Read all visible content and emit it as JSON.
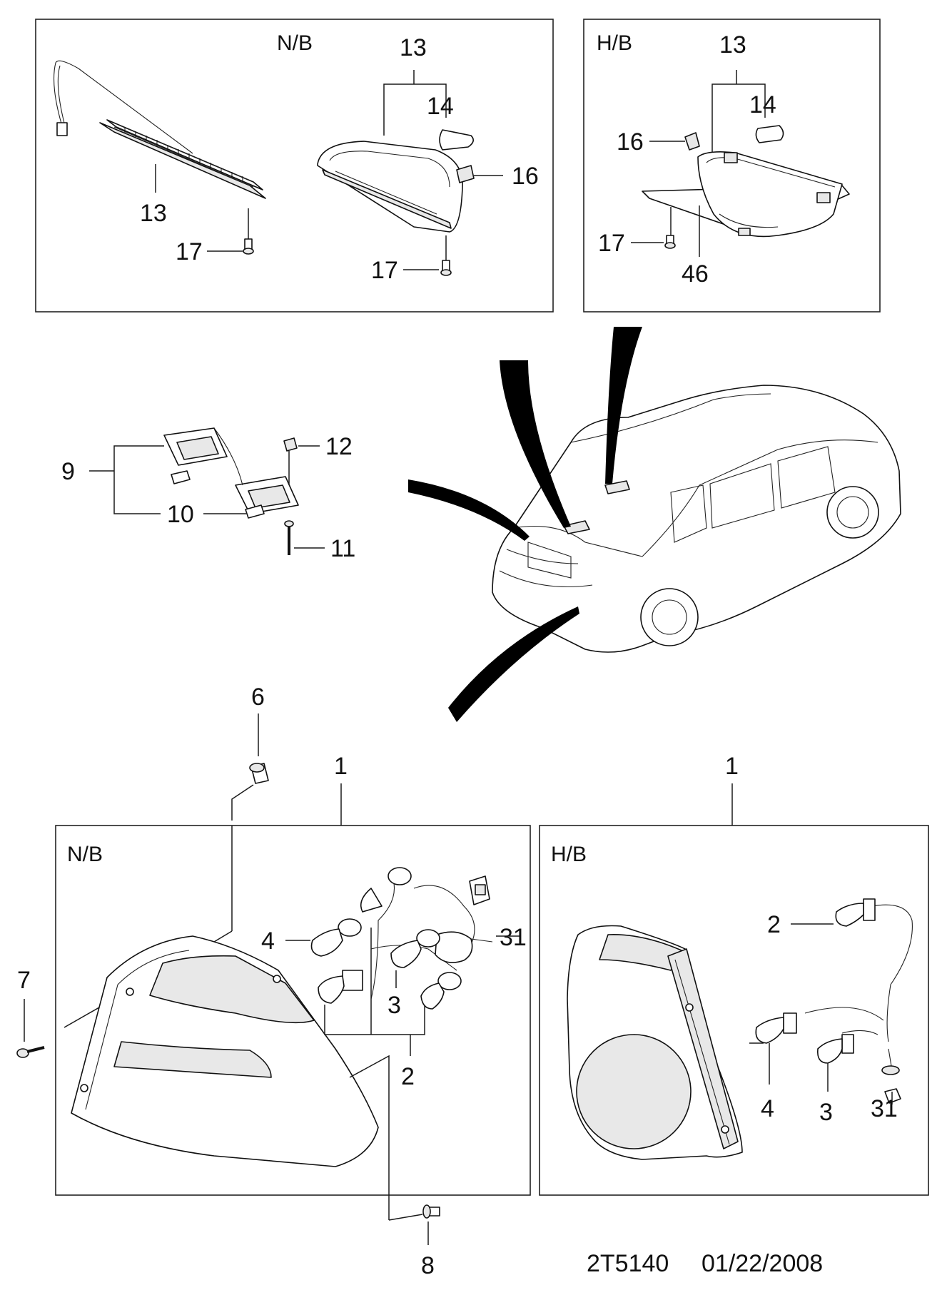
{
  "panels": {
    "top_left_title": "N/B",
    "top_right_title": "H/B",
    "bottom_left_title": "N/B",
    "bottom_right_title": "H/B"
  },
  "labels": {
    "tl_13a": "13",
    "tl_14": "14",
    "tl_13b": "13",
    "tl_16": "16",
    "tl_17a": "17",
    "tl_17b": "17",
    "tr_13": "13",
    "tr_14": "14",
    "tr_16": "16",
    "tr_17": "17",
    "tr_46": "46",
    "lp_9": "9",
    "lp_12": "12",
    "lp_10": "10",
    "lp_11": "11",
    "b_6": "6",
    "b_1a": "1",
    "b_1b": "1",
    "b_7": "7",
    "b_8": "8",
    "bl_4": "4",
    "bl_31": "31",
    "bl_3": "3",
    "bl_2": "2",
    "br_2": "2",
    "br_4": "4",
    "br_3": "3",
    "br_31": "31"
  },
  "footer": {
    "code": "2T5140",
    "date": "01/22/2008"
  }
}
